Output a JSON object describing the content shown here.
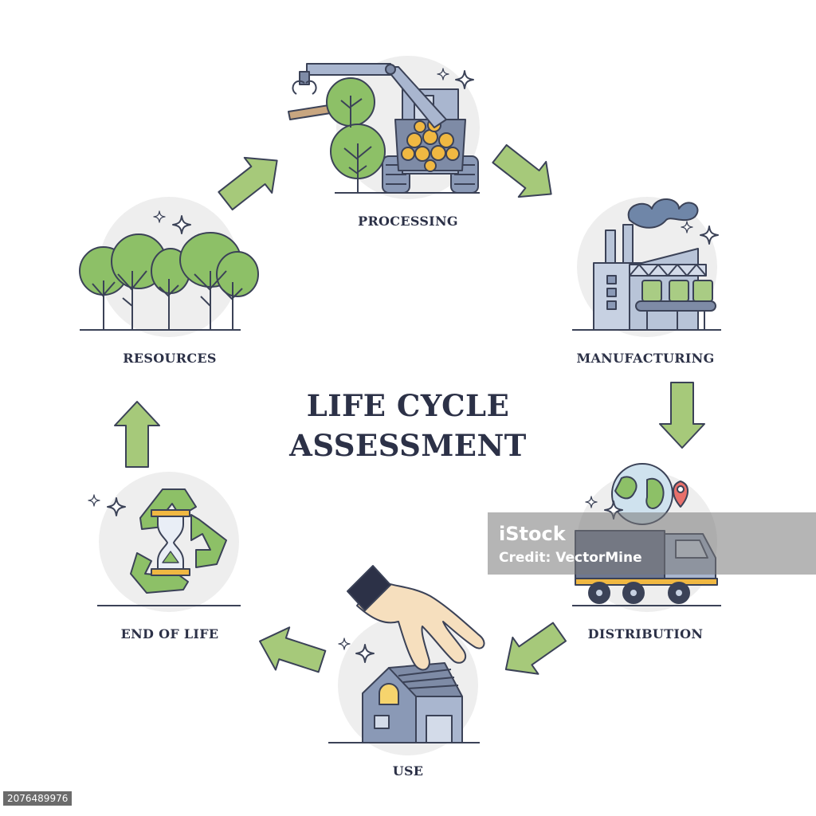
{
  "title_line1": "LIFE CYCLE",
  "title_line2": "ASSESSMENT",
  "stages": {
    "processing": "PROCESSING",
    "manufacturing": "MANUFACTURING",
    "distribution": "DISTRIBUTION",
    "use": "USE",
    "end_of_life": "END OF LIFE",
    "resources": "RESOURCES"
  },
  "watermark": {
    "line1": "iStock",
    "line2": "Credit: VectorMine"
  },
  "stock_id": "2076489976",
  "colors": {
    "text": "#2c3147",
    "arrow_fill": "#a6c97a",
    "arrow_stroke": "#3b4257",
    "tree_green": "#8dc067",
    "circle_bg": "#eeeeee"
  }
}
